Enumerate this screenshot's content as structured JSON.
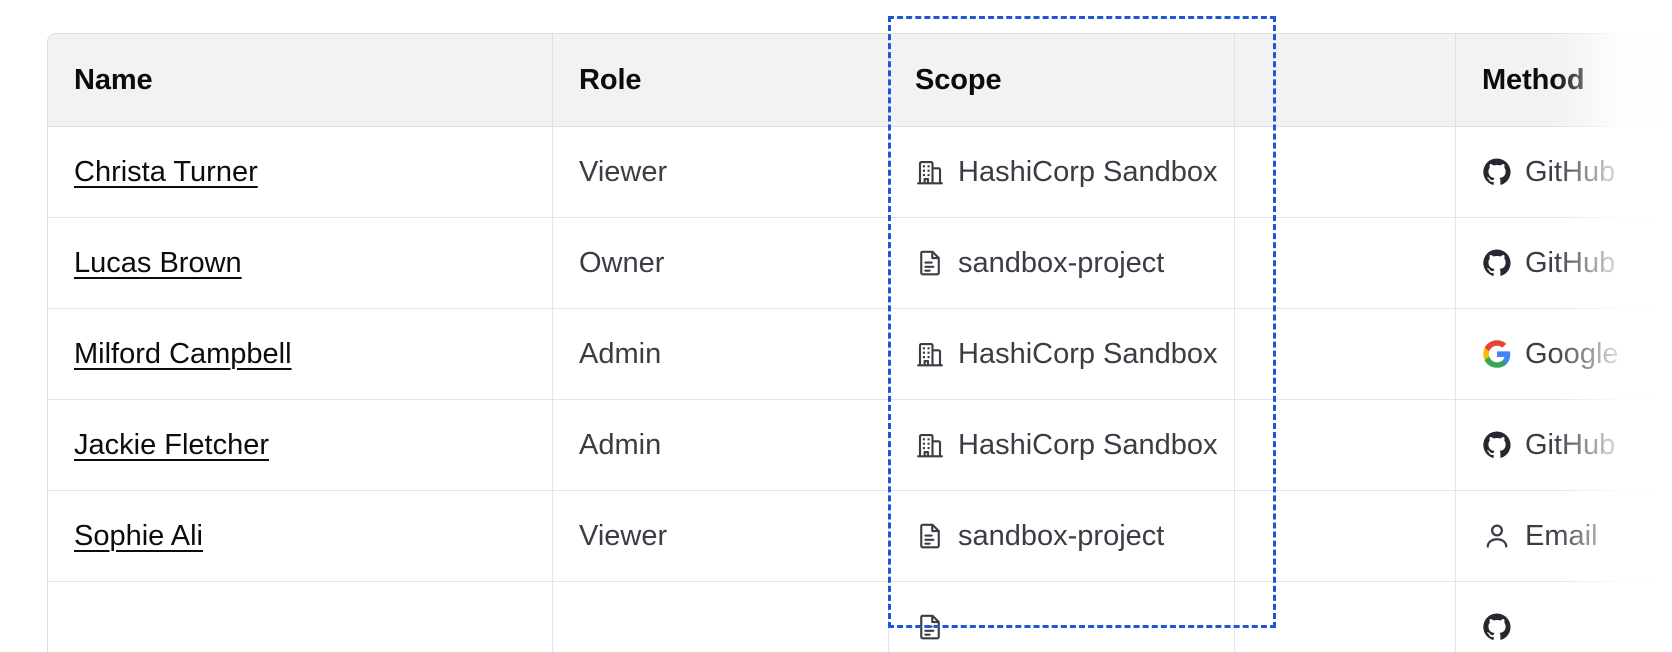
{
  "table": {
    "columns": [
      {
        "key": "name",
        "label": "Name"
      },
      {
        "key": "role",
        "label": "Role"
      },
      {
        "key": "scope",
        "label": "Scope"
      },
      {
        "key": "blank",
        "label": ""
      },
      {
        "key": "method",
        "label": "Method"
      }
    ],
    "rows": [
      {
        "name": "Christa Turner",
        "role": "Viewer",
        "scope": {
          "label": "HashiCorp Sandbox",
          "icon": "organization-icon"
        },
        "blank": "",
        "method": {
          "label": "GitHub",
          "icon": "github-icon"
        }
      },
      {
        "name": "Lucas Brown",
        "role": "Owner",
        "scope": {
          "label": "sandbox-project",
          "icon": "project-icon"
        },
        "blank": "",
        "method": {
          "label": "GitHub",
          "icon": "github-icon"
        }
      },
      {
        "name": "Milford Campbell",
        "role": "Admin",
        "scope": {
          "label": "HashiCorp Sandbox",
          "icon": "organization-icon"
        },
        "blank": "",
        "method": {
          "label": "Google",
          "icon": "google-icon"
        }
      },
      {
        "name": "Jackie Fletcher",
        "role": "Admin",
        "scope": {
          "label": "HashiCorp Sandbox",
          "icon": "organization-icon"
        },
        "blank": "",
        "method": {
          "label": "GitHub",
          "icon": "github-icon"
        }
      },
      {
        "name": "Sophie Ali",
        "role": "Viewer",
        "scope": {
          "label": "sandbox-project",
          "icon": "project-icon"
        },
        "blank": "",
        "method": {
          "label": "Email",
          "icon": "user-icon"
        }
      },
      {
        "name": "",
        "role": "",
        "scope": {
          "label": "",
          "icon": "project-icon"
        },
        "blank": "",
        "method": {
          "label": "",
          "icon": "github-icon"
        }
      }
    ]
  },
  "selection": {
    "name": "scope-column-selection",
    "target_column": "Scope",
    "style": "dashed",
    "color": "#1f55d6"
  },
  "colors": {
    "header_bg": "#f1f2f3",
    "header_text": "#0c0c0e",
    "body_text": "#3b3d45",
    "link_text": "#0c0c0e",
    "border": "#dedfe3",
    "row_border": "#e4e5e8",
    "selection": "#1f55d6",
    "github": "#24292f",
    "google_blue": "#4285f4",
    "google_red": "#ea4335",
    "google_yellow": "#fbbc05",
    "google_green": "#34a853"
  }
}
